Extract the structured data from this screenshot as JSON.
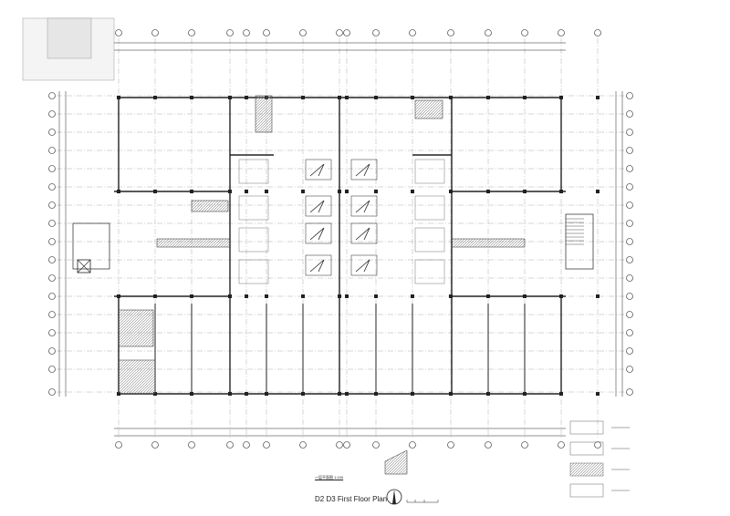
{
  "drawing": {
    "title": "D2 D3   First Floor Plan",
    "subtitle": "一层平面图 1:100",
    "line_color": "#222222",
    "hatch_color": "#888888"
  },
  "legend": {
    "item_count": 4
  },
  "icons": [
    "north-arrow-icon",
    "scale-bar-icon",
    "key-plan-icon"
  ]
}
